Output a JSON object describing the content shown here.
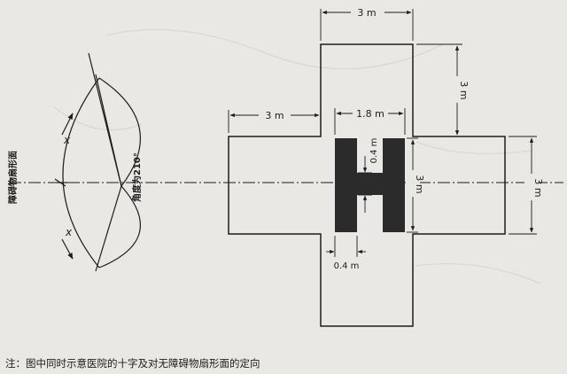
{
  "diagram": {
    "dims": {
      "top_width": "3 m",
      "right_height": "3 m",
      "left_width": "3 m",
      "h_width": "1.8 m",
      "h_bar": "0.4 m",
      "h_height": "3 m",
      "right_width": "3 m",
      "h_stroke": "0.4 m"
    },
    "left_label": "障碍物扇形面",
    "angle_label": "角度为210°",
    "arc_labels": [
      "x",
      "x"
    ],
    "caption": "注：图中同时示意医院的十字及对无障碍物扇形面的定向"
  },
  "colors": {
    "line": "#1c1c1c",
    "letter": "#2b2b2b",
    "background": "#e9e8e4"
  }
}
